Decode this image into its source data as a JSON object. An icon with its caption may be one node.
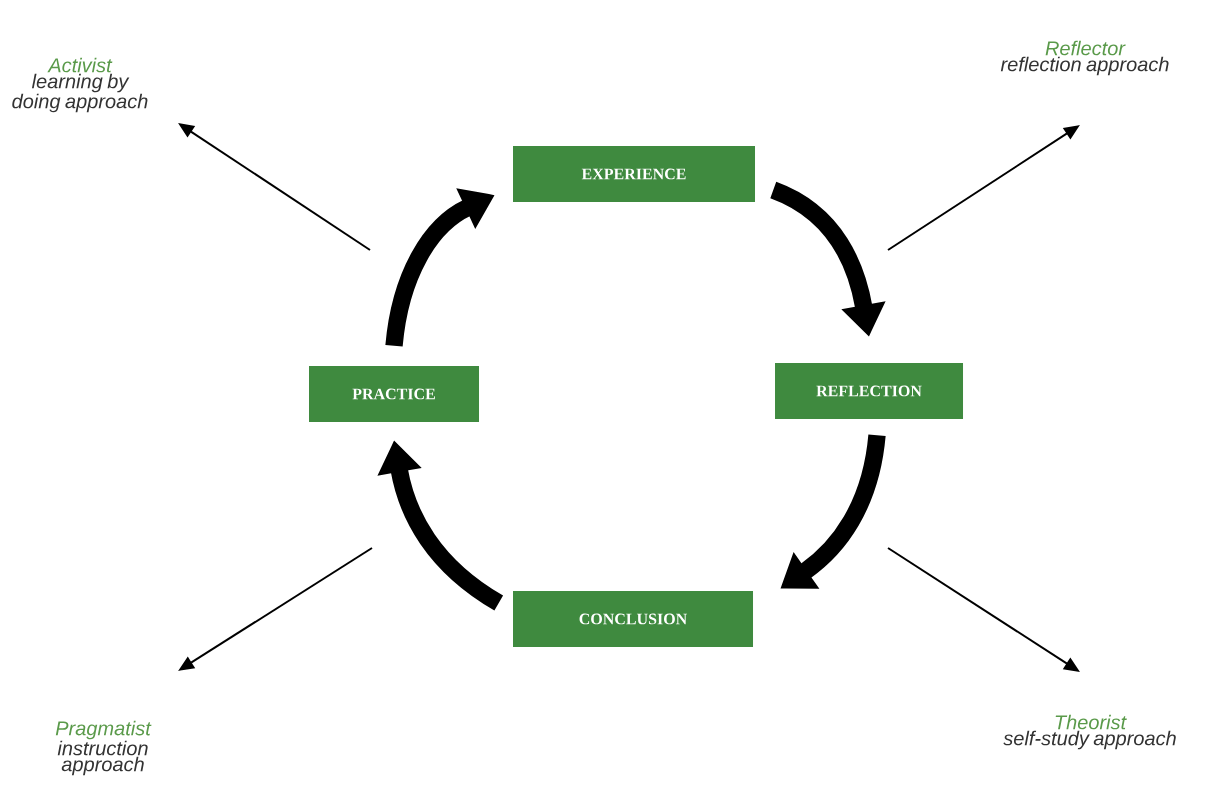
{
  "diagram": {
    "nodes": [
      {
        "text": [
          "EXPERIENCE"
        ]
      },
      {
        "text": [
          "REFLECTION"
        ]
      },
      {
        "text": [
          "CONCLUSION"
        ]
      },
      {
        "text": [
          "PRACTICE"
        ]
      },
      {
        "text": [
          "Activist",
          "learning by doing approach"
        ]
      },
      {
        "text": [
          "Reflector",
          "reflection approach"
        ]
      },
      {
        "text": [
          "Pragmatist",
          "instruction approach"
        ]
      },
      {
        "text": [
          "Theorist",
          "self-study approach"
        ]
      }
    ],
    "edges": [
      {
        "from": 0,
        "to": 1,
        "arrow": "to",
        "style": "thick"
      },
      {
        "from": 1,
        "to": 2,
        "arrow": "to",
        "style": "thick"
      },
      {
        "from": 2,
        "to": 3,
        "arrow": "to",
        "style": "thick"
      },
      {
        "from": 3,
        "to": 0,
        "arrow": "to",
        "style": "thick"
      },
      {
        "from": null,
        "to": 4,
        "arrow": "to"
      },
      {
        "from": null,
        "to": 5,
        "arrow": "to"
      },
      {
        "from": null,
        "to": 6,
        "arrow": "to"
      },
      {
        "from": null,
        "to": 7,
        "arrow": "to"
      }
    ]
  }
}
